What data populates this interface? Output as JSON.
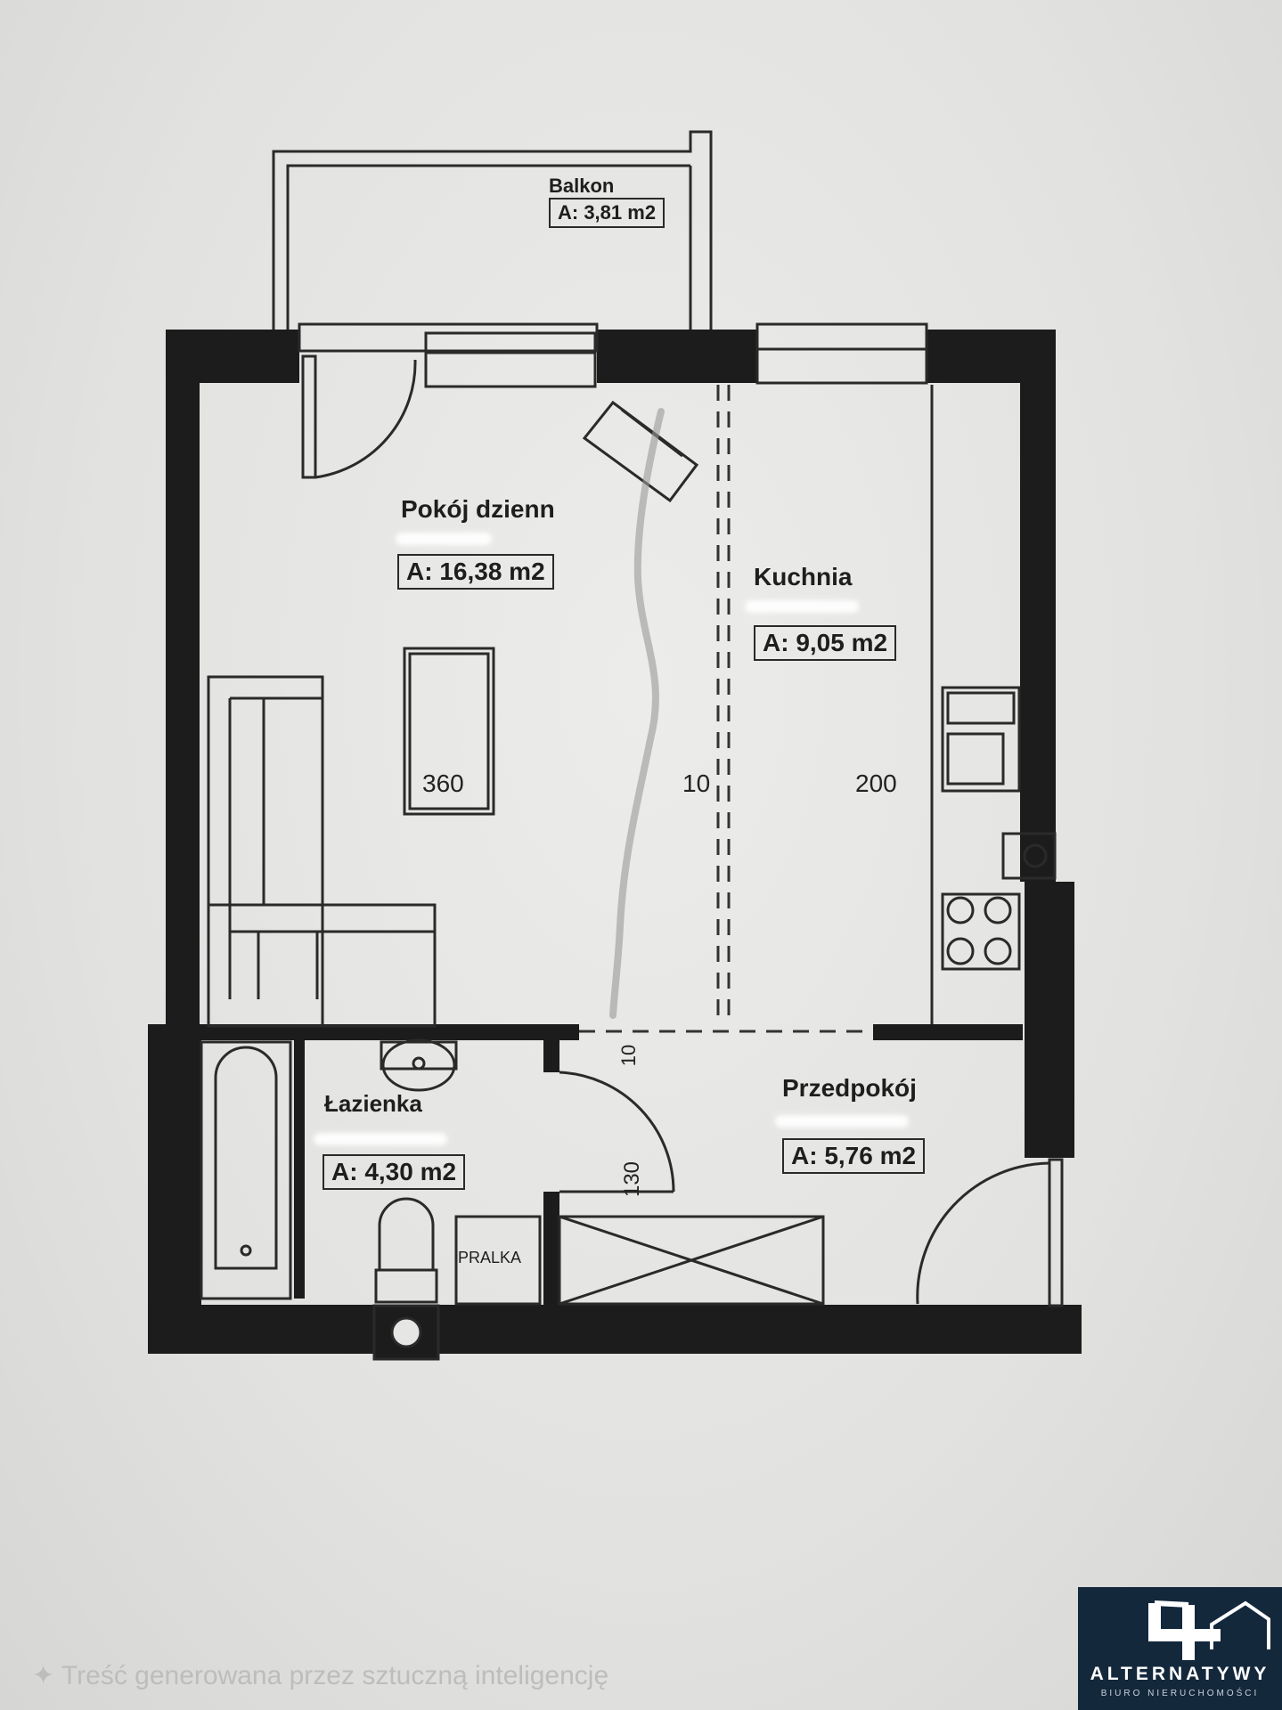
{
  "rooms": {
    "balkon": {
      "name": "Balkon",
      "area": "A: 3,81 m2"
    },
    "pokoj": {
      "name": "Pokój dzienn",
      "area": "A: 16,38 m2"
    },
    "kuchnia": {
      "name": "Kuchnia",
      "area": "A: 9,05 m2"
    },
    "lazienka": {
      "name": "Łazienka",
      "area": "A: 4,30 m2"
    },
    "przedpokoj": {
      "name": "Przedpokój",
      "area": "A: 5,76 m2"
    }
  },
  "dimensions": {
    "pokoj_height": "360",
    "partition_1": "10",
    "kuchnia_height": "200",
    "partition_2": "10",
    "door_width": "130"
  },
  "fixtures": {
    "washer": "PRALKA"
  },
  "watermark": "✦ Treść generowana przez sztuczną inteligencję",
  "logo": {
    "digit": "4",
    "word": "ALTERNATYWY",
    "tagline": "BIURO NIERUCHOMOŚCI"
  },
  "colors": {
    "wall": "#1c1c1c",
    "paper": "#e6e6e4",
    "logo_bg": "#14283c"
  }
}
